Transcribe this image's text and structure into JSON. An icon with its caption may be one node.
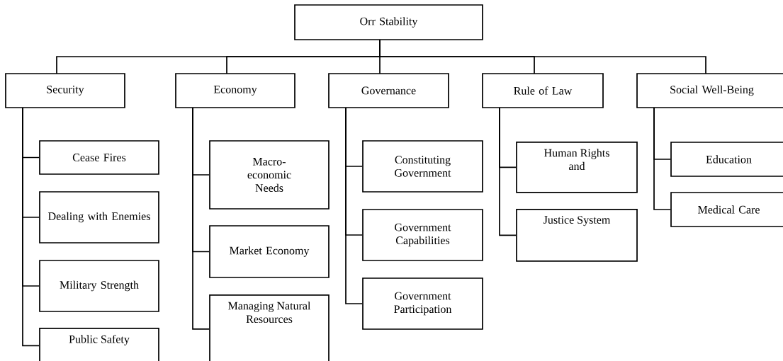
{
  "diagram": {
    "nodes": [
      {
        "text": [
          "Orr Stability"
        ]
      },
      {
        "text": [
          "Security"
        ]
      },
      {
        "text": [
          "Cease Fires"
        ]
      },
      {
        "text": [
          "Dealing with Enemies"
        ]
      },
      {
        "text": [
          "Military Strength"
        ]
      },
      {
        "text": [
          "Public Safety"
        ]
      },
      {
        "text": [
          "Economy"
        ]
      },
      {
        "text": [
          "Macro- economic Needs"
        ]
      },
      {
        "text": [
          "Market Economy"
        ]
      },
      {
        "text": [
          "Managing Natural Resources"
        ]
      },
      {
        "text": [
          "Governance"
        ]
      },
      {
        "text": [
          "Constituting Government"
        ]
      },
      {
        "text": [
          "Government Capabilities"
        ]
      },
      {
        "text": [
          "Government Participation"
        ]
      },
      {
        "text": [
          "Rule of Law"
        ]
      },
      {
        "text": [
          "Human Rights and"
        ]
      },
      {
        "text": [
          "Justice System"
        ]
      },
      {
        "text": [
          "Social Well-Being"
        ]
      },
      {
        "text": [
          "Education"
        ]
      },
      {
        "text": [
          "Medical Care"
        ]
      }
    ],
    "edges": [
      {
        "from": 0,
        "to": 1,
        "arrow": "none"
      },
      {
        "from": 0,
        "to": 6,
        "arrow": "none"
      },
      {
        "from": 0,
        "to": 10,
        "arrow": "none"
      },
      {
        "from": 0,
        "to": 14,
        "arrow": "none"
      },
      {
        "from": 0,
        "to": 17,
        "arrow": "none"
      },
      {
        "from": 1,
        "to": 2,
        "arrow": "none"
      },
      {
        "from": 1,
        "to": 3,
        "arrow": "none"
      },
      {
        "from": 1,
        "to": 4,
        "arrow": "none"
      },
      {
        "from": 1,
        "to": 5,
        "arrow": "none"
      },
      {
        "from": 6,
        "to": 7,
        "arrow": "none"
      },
      {
        "from": 6,
        "to": 8,
        "arrow": "none"
      },
      {
        "from": 6,
        "to": 9,
        "arrow": "none"
      },
      {
        "from": 10,
        "to": 11,
        "arrow": "none"
      },
      {
        "from": 10,
        "to": 12,
        "arrow": "none"
      },
      {
        "from": 10,
        "to": 13,
        "arrow": "none"
      },
      {
        "from": 14,
        "to": 15,
        "arrow": "none"
      },
      {
        "from": 14,
        "to": 16,
        "arrow": "none"
      },
      {
        "from": 17,
        "to": 18,
        "arrow": "none"
      },
      {
        "from": 17,
        "to": 19,
        "arrow": "none"
      }
    ]
  }
}
